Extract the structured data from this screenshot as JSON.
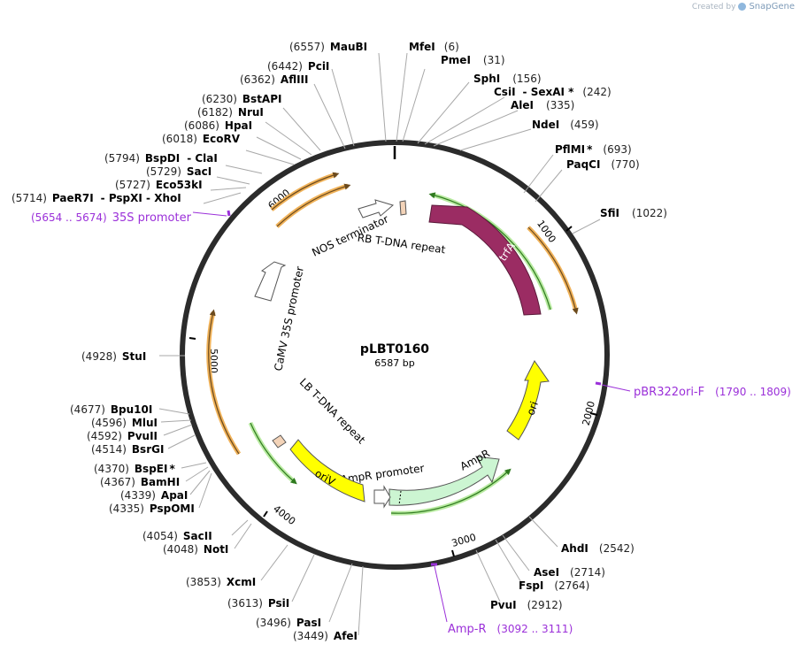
{
  "credit": {
    "created_by": "Created by",
    "brand": "SnapGene"
  },
  "plasmid": {
    "name": "pLBT0160",
    "size": "6587 bp",
    "length": 6587
  },
  "ticks": [
    "1000",
    "2000",
    "3000",
    "4000",
    "5000",
    "6000"
  ],
  "enzymes": [
    {
      "name": "MauBI",
      "pos": "(6557)",
      "side": "L",
      "mark": ""
    },
    {
      "name": "MfeI",
      "pos": "(6)",
      "side": "R",
      "mark": ""
    },
    {
      "name": "PmeI",
      "pos": "(31)",
      "side": "R",
      "mark": ""
    },
    {
      "name": "PciI",
      "pos": "(6442)",
      "side": "L",
      "mark": ""
    },
    {
      "name": "AflIII",
      "pos": "(6362)",
      "side": "L",
      "mark": ""
    },
    {
      "name": "SphI",
      "pos": "(156)",
      "side": "R",
      "mark": ""
    },
    {
      "name": "CsiI",
      "pos": "",
      "side": "R",
      "mark": "",
      "extra": "- SexAI *",
      "extra_pos": "(242)"
    },
    {
      "name": "AleI",
      "pos": "(335)",
      "side": "R",
      "mark": ""
    },
    {
      "name": "BstAPI",
      "pos": "(6230)",
      "side": "L",
      "mark": ""
    },
    {
      "name": "NruI",
      "pos": "(6182)",
      "side": "L",
      "mark": ""
    },
    {
      "name": "HpaI",
      "pos": "(6086)",
      "side": "L",
      "mark": ""
    },
    {
      "name": "NdeI",
      "pos": "(459)",
      "side": "R",
      "mark": ""
    },
    {
      "name": "EcoRV",
      "pos": "(6018)",
      "side": "L",
      "mark": ""
    },
    {
      "name": "PflMI",
      "pos": "(693)",
      "side": "R",
      "mark": "*"
    },
    {
      "name": "PaqCI",
      "pos": "(770)",
      "side": "R",
      "mark": ""
    },
    {
      "name": "BspDI",
      "pos": "(5794)",
      "side": "L",
      "mark": "",
      "extra": "- ClaI"
    },
    {
      "name": "SacI",
      "pos": "(5729)",
      "side": "L",
      "mark": ""
    },
    {
      "name": "Eco53kI",
      "pos": "(5727)",
      "side": "L",
      "mark": ""
    },
    {
      "name": "PaeR7I",
      "pos": "(5714)",
      "side": "L",
      "mark": "",
      "extra": "- PspXI - XhoI"
    },
    {
      "name": "SfiI",
      "pos": "(1022)",
      "side": "R",
      "mark": ""
    },
    {
      "name": "StuI",
      "pos": "(4928)",
      "side": "L",
      "mark": ""
    },
    {
      "name": "Bpu10I",
      "pos": "(4677)",
      "side": "L",
      "mark": ""
    },
    {
      "name": "MluI",
      "pos": "(4596)",
      "side": "L",
      "mark": ""
    },
    {
      "name": "PvuII",
      "pos": "(4592)",
      "side": "L",
      "mark": ""
    },
    {
      "name": "BsrGI",
      "pos": "(4514)",
      "side": "L",
      "mark": ""
    },
    {
      "name": "BspEI",
      "pos": "(4370)",
      "side": "L",
      "mark": "*"
    },
    {
      "name": "BamHI",
      "pos": "(4367)",
      "side": "L",
      "mark": ""
    },
    {
      "name": "ApaI",
      "pos": "(4339)",
      "side": "L",
      "mark": ""
    },
    {
      "name": "PspOMI",
      "pos": "(4335)",
      "side": "L",
      "mark": ""
    },
    {
      "name": "AhdI",
      "pos": "(2542)",
      "side": "R",
      "mark": ""
    },
    {
      "name": "SacII",
      "pos": "(4054)",
      "side": "L",
      "mark": ""
    },
    {
      "name": "NotI",
      "pos": "(4048)",
      "side": "L",
      "mark": ""
    },
    {
      "name": "AseI",
      "pos": "(2714)",
      "side": "R",
      "mark": ""
    },
    {
      "name": "FspI",
      "pos": "(2764)",
      "side": "R",
      "mark": ""
    },
    {
      "name": "XcmI",
      "pos": "(3853)",
      "side": "L",
      "mark": ""
    },
    {
      "name": "PvuI",
      "pos": "(2912)",
      "side": "R",
      "mark": ""
    },
    {
      "name": "PsiI",
      "pos": "(3613)",
      "side": "L",
      "mark": ""
    },
    {
      "name": "PasI",
      "pos": "(3496)",
      "side": "L",
      "mark": ""
    },
    {
      "name": "AfeI",
      "pos": "(3449)",
      "side": "L",
      "mark": ""
    }
  ],
  "primers": [
    {
      "name": "35S promoter",
      "range": "(5654 .. 5674)",
      "color": "#9b30d9"
    },
    {
      "name": "pBR322ori-F",
      "range": "(1790 .. 1809)",
      "color": "#9b30d9"
    },
    {
      "name": "Amp-R",
      "range": "(3092 .. 3111)",
      "color": "#9b30d9"
    }
  ],
  "features": [
    {
      "name": "trfA",
      "color": "#9b2c63",
      "text_color": "#ffffff"
    },
    {
      "name": "ori",
      "color": "#ffff00",
      "text_color": "#000000"
    },
    {
      "name": "AmpR",
      "color": "#ccf5d2",
      "text_color": "#000000"
    },
    {
      "name": "AmpR promoter",
      "color": "#ffffff",
      "text_color": "#000000"
    },
    {
      "name": "oriV",
      "color": "#ffff00",
      "text_color": "#000000"
    },
    {
      "name": "LB T-DNA repeat",
      "color": "#f3d3b8",
      "text_color": "#000000"
    },
    {
      "name": "CaMV 35S promoter",
      "color": "#ffffff",
      "text_color": "#000000"
    },
    {
      "name": "NOS terminator",
      "color": "#ffffff",
      "text_color": "#000000"
    },
    {
      "name": "RB T-DNA repeat",
      "color": "#f3d3b8",
      "text_color": "#000000"
    }
  ],
  "colors": {
    "backbone": "#2b2b2b",
    "orange_arc": "#f0b259",
    "green_arc": "#8ed16c",
    "leader": "#a8a8a8"
  }
}
